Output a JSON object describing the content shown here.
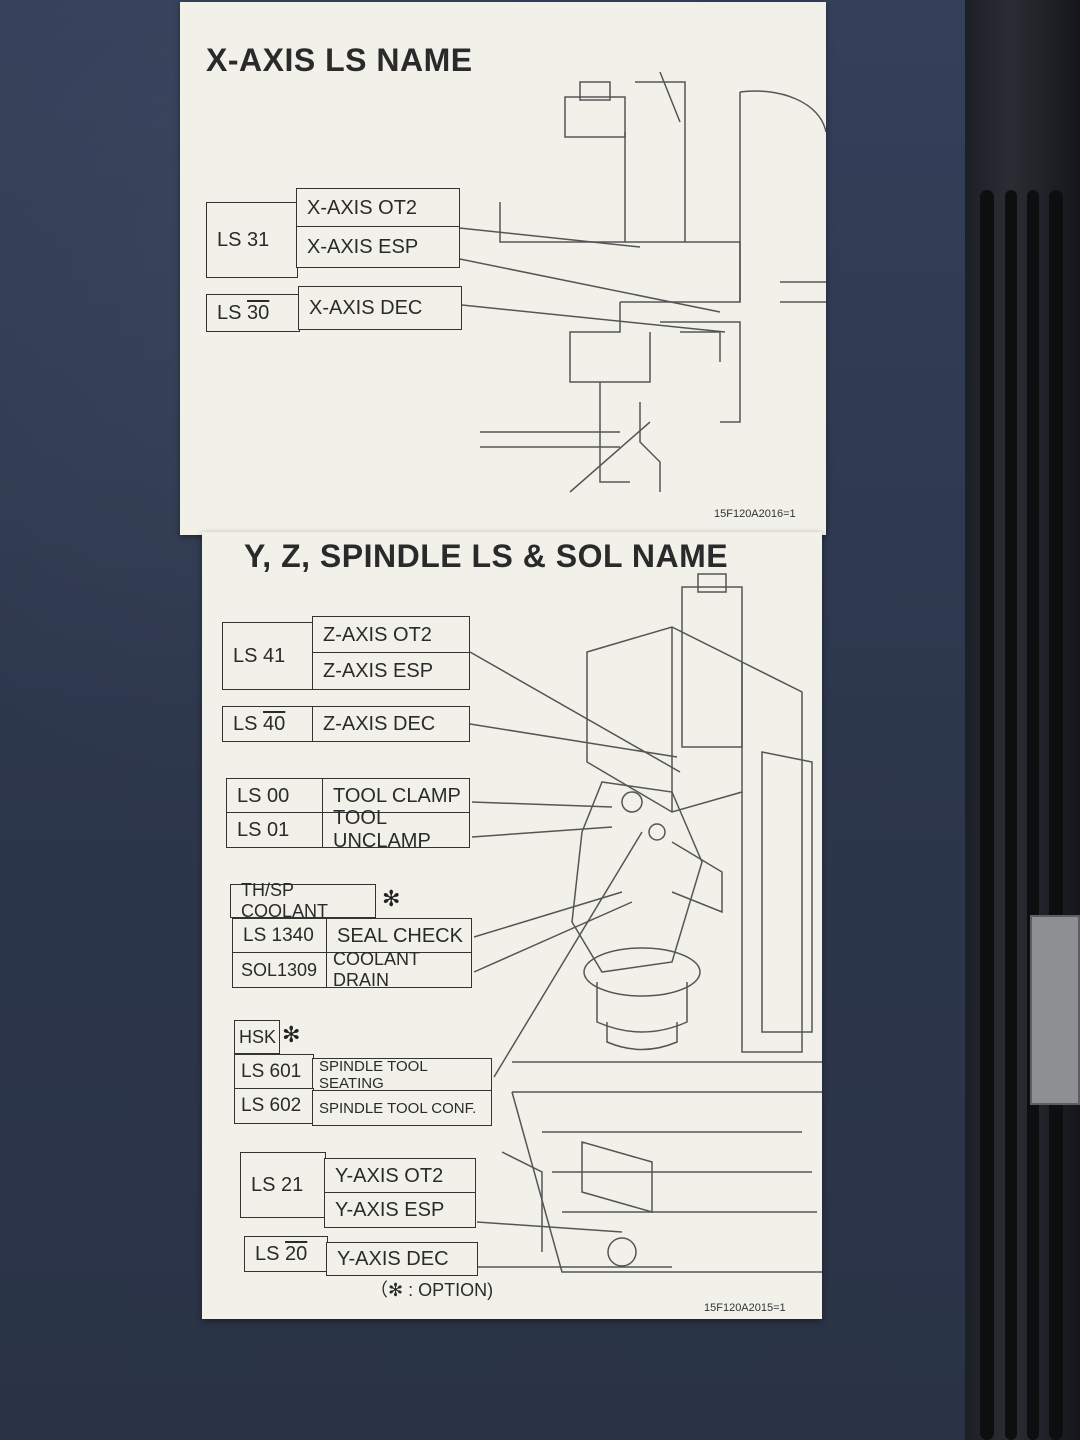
{
  "label_x": {
    "title": "X-AXIS  LS NAME",
    "rows": [
      {
        "ls": "LS 31",
        "names": [
          "X-AXIS OT2",
          "X-AXIS ESP"
        ]
      },
      {
        "ls_prefix": "LS ",
        "ls_num": "30",
        "names": [
          "X-AXIS DEC"
        ]
      }
    ],
    "code": "15F120A2016=1"
  },
  "label_y": {
    "title": "Y, Z, SPINDLE  LS & SOL NAME",
    "z_group": {
      "ls": "LS 41",
      "names": [
        "Z-AXIS OT2",
        "Z-AXIS ESP"
      ]
    },
    "z_dec": {
      "ls_prefix": "LS ",
      "ls_num": "40",
      "name": "Z-AXIS DEC"
    },
    "tool": [
      {
        "ls": "LS 00",
        "name": "TOOL CLAMP"
      },
      {
        "ls": "LS 01",
        "name": "TOOL UNCLAMP"
      }
    ],
    "coolant_header": "TH/SP COOLANT",
    "coolant_star": "✻",
    "coolant": [
      {
        "ls": "LS 1340",
        "name": "SEAL CHECK"
      },
      {
        "ls": "SOL1309",
        "name": "COOLANT DRAIN"
      }
    ],
    "hsk_header": "HSK",
    "hsk_star": "✻",
    "hsk": [
      {
        "ls": "LS 601",
        "name": "SPINDLE TOOL SEATING"
      },
      {
        "ls": "LS 602",
        "name": "SPINDLE TOOL CONF."
      }
    ],
    "y_group": {
      "ls": "LS 21",
      "names": [
        "Y-AXIS OT2",
        "Y-AXIS ESP"
      ]
    },
    "y_dec": {
      "ls_prefix": "LS ",
      "ls_num": "20",
      "name": "Y-AXIS DEC"
    },
    "option_note": "（✻ : OPTION)",
    "code": "15F120A2015=1"
  }
}
